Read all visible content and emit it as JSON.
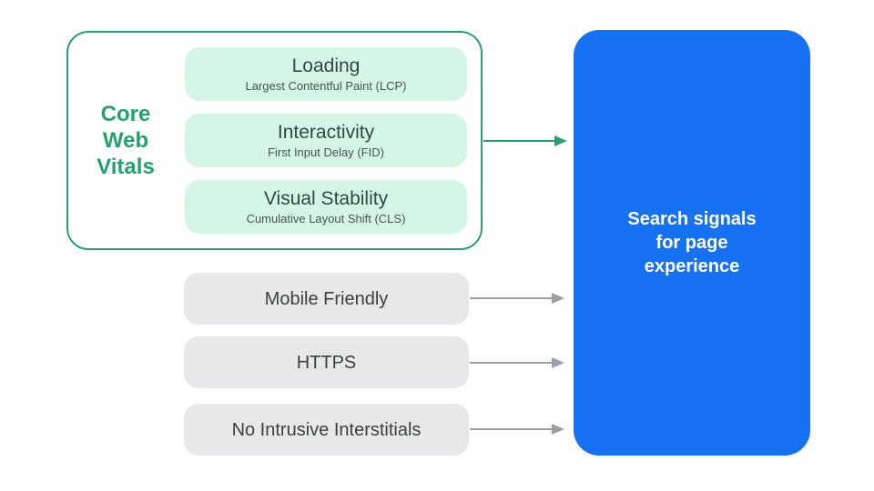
{
  "diagram": {
    "core_web_vitals": {
      "label": "Core Web Vitals",
      "items": [
        {
          "title": "Loading",
          "subtitle": "Largest Contentful Paint (LCP)"
        },
        {
          "title": "Interactivity",
          "subtitle": "First Input Delay (FID)"
        },
        {
          "title": "Visual Stability",
          "subtitle": "Cumulative Layout Shift (CLS)"
        }
      ]
    },
    "other_signals": [
      "Mobile Friendly",
      "HTTPS",
      "No Intrusive Interstitials"
    ],
    "result_box": {
      "full_text": "Search signals for page experience",
      "lines": [
        "Search signals",
        "for page",
        "experience"
      ]
    },
    "colors": {
      "accent_green": "#2E9E74",
      "green_label_text": "#23A16F",
      "mint_fill": "#D5F6E7",
      "blue_fill": "#1772F3",
      "gray_fill": "#E8E8EA",
      "arrow_gray": "#9AA0A6",
      "dark_text": "#3C4043"
    }
  }
}
